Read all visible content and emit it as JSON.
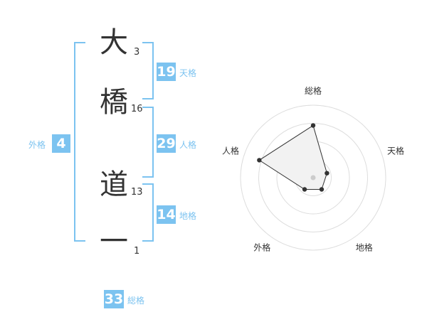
{
  "name": {
    "chars": [
      {
        "char": "大",
        "strokes": "3"
      },
      {
        "char": "橋",
        "strokes": "16"
      },
      {
        "char": "道",
        "strokes": "13"
      },
      {
        "char": "一",
        "strokes": "1"
      }
    ]
  },
  "kaku": {
    "tenkaku": {
      "value": "19",
      "label": "天格"
    },
    "jinkaku": {
      "value": "29",
      "label": "人格"
    },
    "chikaku": {
      "value": "14",
      "label": "地格"
    },
    "gaikaku": {
      "value": "4",
      "label": "外格"
    },
    "soukaku": {
      "value": "33",
      "label": "総格"
    }
  },
  "radar": {
    "axes": [
      "総格",
      "天格",
      "地格",
      "外格",
      "人格"
    ],
    "values": [
      0.72,
      0.2,
      0.2,
      0.2,
      0.78
    ],
    "rings": 4,
    "colors": {
      "grid": "#dddddd",
      "fill": "#f2f2f2",
      "line": "#333333",
      "center": "#cccccc"
    }
  },
  "colors": {
    "accent": "#7cc3f0",
    "text": "#333333"
  }
}
